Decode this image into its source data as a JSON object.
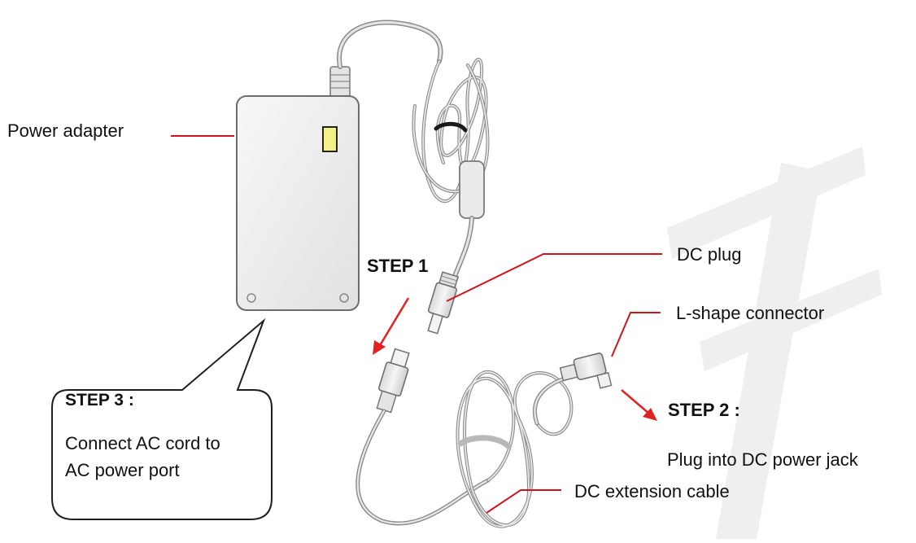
{
  "labels": {
    "power_adapter": "Power adapter",
    "dc_plug": "DC plug",
    "l_shape_connector": "L-shape connector",
    "dc_extension_cable": "DC extension cable"
  },
  "steps": {
    "step1": {
      "title": "STEP 1"
    },
    "step2": {
      "title": "STEP 2 :",
      "text": "Plug into DC power jack"
    },
    "step3": {
      "title": "STEP 3 :",
      "text_line1": "Connect AC cord to",
      "text_line2": "AC power port"
    }
  },
  "colors": {
    "leader_line": "#d0141e",
    "arrow": "#e0231f",
    "adapter_body": "#ededed",
    "cable": "#9a9a9a",
    "indicator_led": "#f3f08a"
  }
}
